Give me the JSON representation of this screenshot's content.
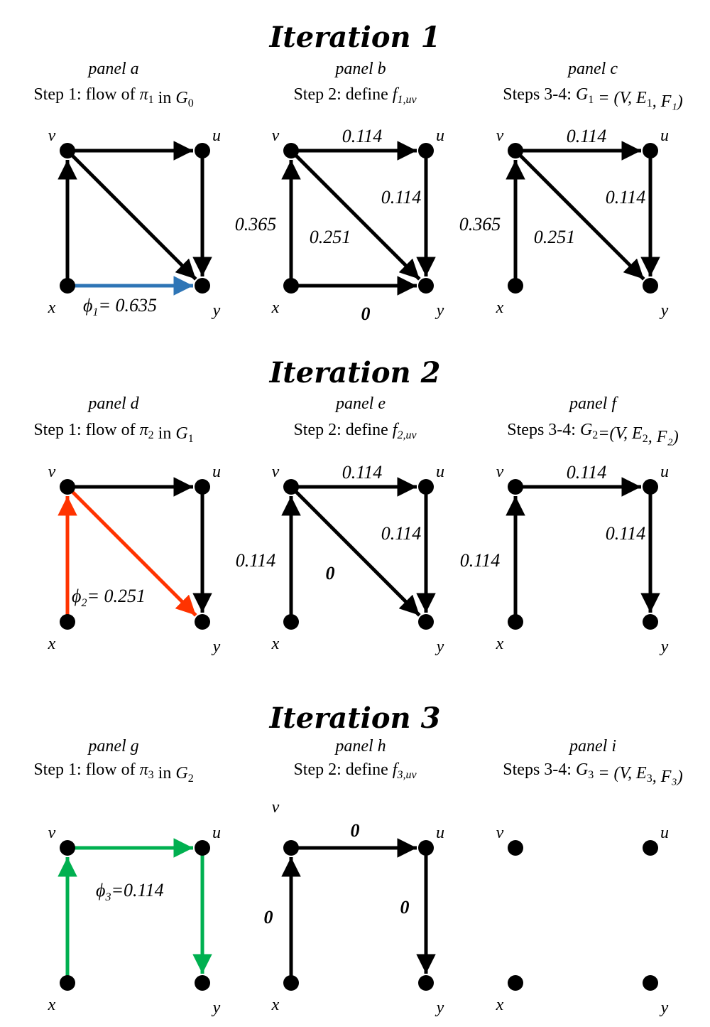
{
  "iterations": [
    {
      "title": "Iteration 1"
    },
    {
      "title": "Iteration 2"
    },
    {
      "title": "Iteration 3"
    }
  ],
  "nodes": {
    "v": "v",
    "u": "u",
    "x": "x",
    "y": "y"
  },
  "panels": [
    {
      "id": "a",
      "name": "panel a",
      "step": {
        "prefix": "Step 1: flow of ",
        "math": "π",
        "sub": "1",
        "mid": " in ",
        "math2": "G",
        "sub2": "0",
        "suffix": ""
      },
      "edges": [
        {
          "from": "v",
          "to": "u",
          "color": "#000000",
          "label": "",
          "bold": false
        },
        {
          "from": "u",
          "to": "y",
          "color": "#000000",
          "label": "",
          "bold": false
        },
        {
          "from": "v",
          "to": "y",
          "color": "#000000",
          "label": "",
          "bold": false
        },
        {
          "from": "x",
          "to": "v",
          "color": "#000000",
          "label": "",
          "bold": false
        },
        {
          "from": "x",
          "to": "y",
          "color": "#2e75b6",
          "label": "",
          "bold": false
        }
      ],
      "phi": {
        "symbol": "ϕ",
        "sub": "1",
        "text": "= 0.635"
      }
    },
    {
      "id": "b",
      "name": "panel b",
      "step": {
        "prefix": "Step 2: define ",
        "math": "f",
        "sub": "1,uv",
        "mid": "",
        "math2": "",
        "sub2": "",
        "suffix": ""
      },
      "edges": [
        {
          "from": "v",
          "to": "u",
          "color": "#000000",
          "label": "0.114",
          "bold": false
        },
        {
          "from": "u",
          "to": "y",
          "color": "#000000",
          "label": "0.114",
          "bold": false
        },
        {
          "from": "v",
          "to": "y",
          "color": "#000000",
          "label": "0.251",
          "bold": false
        },
        {
          "from": "x",
          "to": "v",
          "color": "#000000",
          "label": "0.365",
          "bold": false
        },
        {
          "from": "x",
          "to": "y",
          "color": "#000000",
          "label": "0",
          "bold": true
        }
      ],
      "phi": null
    },
    {
      "id": "c",
      "name": "panel c",
      "step": {
        "prefix": "Steps 3-4: ",
        "math": "G",
        "sub": "1",
        "mid": " = (V, E",
        "math2": "",
        "sub2": "1",
        "suffix": ", F₁)"
      },
      "edges": [
        {
          "from": "v",
          "to": "u",
          "color": "#000000",
          "label": "0.114",
          "bold": false
        },
        {
          "from": "u",
          "to": "y",
          "color": "#000000",
          "label": "0.114",
          "bold": false
        },
        {
          "from": "v",
          "to": "y",
          "color": "#000000",
          "label": "0.251",
          "bold": false
        },
        {
          "from": "x",
          "to": "v",
          "color": "#000000",
          "label": "0.365",
          "bold": false
        }
      ],
      "phi": null
    },
    {
      "id": "d",
      "name": "panel d",
      "step": {
        "prefix": "Step 1: flow of ",
        "math": "π",
        "sub": "2",
        "mid": " in ",
        "math2": "G",
        "sub2": "1",
        "suffix": ""
      },
      "edges": [
        {
          "from": "v",
          "to": "u",
          "color": "#000000",
          "label": "",
          "bold": false
        },
        {
          "from": "u",
          "to": "y",
          "color": "#000000",
          "label": "",
          "bold": false
        },
        {
          "from": "v",
          "to": "y",
          "color": "#ff3300",
          "label": "",
          "bold": false
        },
        {
          "from": "x",
          "to": "v",
          "color": "#ff3300",
          "label": "",
          "bold": false
        }
      ],
      "phi": {
        "symbol": "ϕ",
        "sub": "2",
        "text": "= 0.251"
      }
    },
    {
      "id": "e",
      "name": "panel e",
      "step": {
        "prefix": "Step 2: define ",
        "math": "f",
        "sub": "2,uv",
        "mid": "",
        "math2": "",
        "sub2": "",
        "suffix": ""
      },
      "edges": [
        {
          "from": "v",
          "to": "u",
          "color": "#000000",
          "label": "0.114",
          "bold": false
        },
        {
          "from": "u",
          "to": "y",
          "color": "#000000",
          "label": "0.114",
          "bold": false
        },
        {
          "from": "v",
          "to": "y",
          "color": "#000000",
          "label": "0",
          "bold": true
        },
        {
          "from": "x",
          "to": "v",
          "color": "#000000",
          "label": "0.114",
          "bold": false
        }
      ],
      "phi": null
    },
    {
      "id": "f",
      "name": "panel f",
      "step": {
        "prefix": "Steps 3-4: ",
        "math": "G",
        "sub": "2",
        "mid": "=(V, E",
        "math2": "",
        "sub2": "2",
        "suffix": ", F₂)"
      },
      "edges": [
        {
          "from": "v",
          "to": "u",
          "color": "#000000",
          "label": "0.114",
          "bold": false
        },
        {
          "from": "u",
          "to": "y",
          "color": "#000000",
          "label": "0.114",
          "bold": false
        },
        {
          "from": "x",
          "to": "v",
          "color": "#000000",
          "label": "0.114",
          "bold": false
        }
      ],
      "phi": null
    },
    {
      "id": "g",
      "name": "panel g",
      "step": {
        "prefix": "Step 1: flow of ",
        "math": "π",
        "sub": "3",
        "mid": " in ",
        "math2": "G",
        "sub2": "2",
        "suffix": ""
      },
      "edges": [
        {
          "from": "v",
          "to": "u",
          "color": "#00b050",
          "label": "",
          "bold": false
        },
        {
          "from": "u",
          "to": "y",
          "color": "#00b050",
          "label": "",
          "bold": false
        },
        {
          "from": "x",
          "to": "v",
          "color": "#00b050",
          "label": "",
          "bold": false
        }
      ],
      "phi": {
        "symbol": "ϕ",
        "sub": "3",
        "text": "=0.114"
      }
    },
    {
      "id": "h",
      "name": "panel h",
      "step": {
        "prefix": "Step 2: define ",
        "math": "f",
        "sub": "3,uv",
        "mid": "",
        "math2": "",
        "sub2": "",
        "suffix": ""
      },
      "edges": [
        {
          "from": "v",
          "to": "u",
          "color": "#000000",
          "label": "0",
          "bold": true
        },
        {
          "from": "u",
          "to": "y",
          "color": "#000000",
          "label": "0",
          "bold": true
        },
        {
          "from": "x",
          "to": "v",
          "color": "#000000",
          "label": "0",
          "bold": true
        }
      ],
      "phi": null
    },
    {
      "id": "i",
      "name": "panel i",
      "step": {
        "prefix": "Steps 3-4: ",
        "math": "G",
        "sub": "3",
        "mid": " = (V, E",
        "math2": "",
        "sub2": "3",
        "suffix": ", F₃)"
      },
      "edges": [],
      "phi": null
    }
  ]
}
